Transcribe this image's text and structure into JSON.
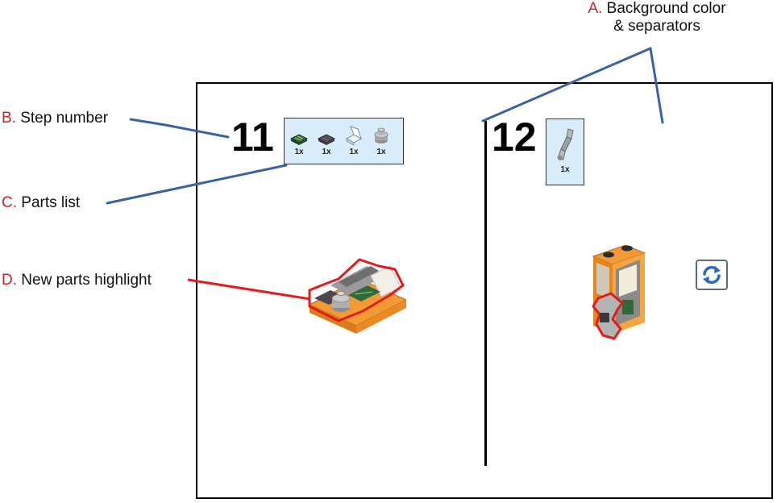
{
  "callouts": {
    "a": {
      "letter": "A.",
      "text_line1": "Background color",
      "text_line2": "& separators"
    },
    "b": {
      "letter": "B.",
      "text": "Step number"
    },
    "c": {
      "letter": "C.",
      "text": "Parts list"
    },
    "d": {
      "letter": "D.",
      "text": "New parts highlight"
    }
  },
  "steps": [
    {
      "number": "11",
      "parts": [
        {
          "qty": "1x",
          "icon": "green-circuit-tile-icon"
        },
        {
          "qty": "1x",
          "icon": "dark-circuit-tile-icon"
        },
        {
          "qty": "1x",
          "icon": "transparent-slope-icon"
        },
        {
          "qty": "1x",
          "icon": "gray-round-brick-icon"
        }
      ]
    },
    {
      "number": "12",
      "parts": [
        {
          "qty": "1x",
          "icon": "gray-robot-arm-icon"
        }
      ]
    }
  ],
  "rotate_icon": "rotate-arrows-icon",
  "colors": {
    "callout_line": "#3a62a8",
    "highlight": "#e21b1b",
    "callout_letter": "#cc2222",
    "parts_list_bg": "#d8ecfa",
    "brick_orange": "#f0902a"
  }
}
